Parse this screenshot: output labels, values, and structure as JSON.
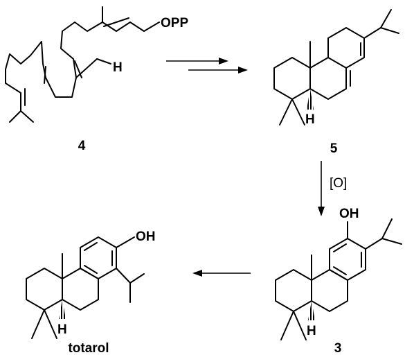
{
  "compounds": {
    "c4": {
      "label": "4",
      "atoms": {
        "opp": "OPP",
        "h": "H"
      }
    },
    "c5": {
      "label": "5",
      "atoms": {
        "h": "H"
      }
    },
    "c3": {
      "label": "3",
      "atoms": {
        "oh": "OH",
        "h": "H"
      }
    },
    "totarol": {
      "label": "totarol",
      "atoms": {
        "oh": "OH",
        "h": "H"
      }
    }
  },
  "arrows": {
    "step1_2": {
      "count": 2
    },
    "oxidation": {
      "reagent": "[O]"
    },
    "to_totarol": {
      "count": 1
    }
  }
}
